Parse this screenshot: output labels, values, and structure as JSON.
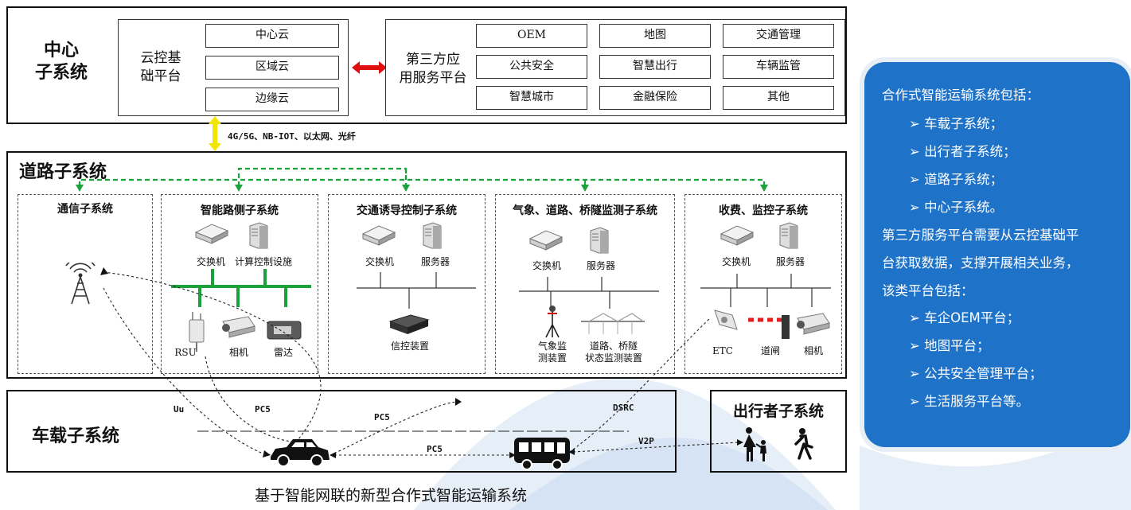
{
  "center": {
    "title_l1": "中心",
    "title_l2": "子系统",
    "cloud_platform_l1": "云控基",
    "cloud_platform_l2": "础平台",
    "clouds": [
      "中心云",
      "区域云",
      "边缘云"
    ],
    "third_party_l1": "第三方应",
    "third_party_l2": "用服务平台",
    "services": [
      "OEM",
      "地图",
      "交通管理",
      "公共安全",
      "智慧出行",
      "车辆监管",
      "智慧城市",
      "金融保险",
      "其他"
    ]
  },
  "network_label": "4G/5G、NB-IOT、以太网、光纤",
  "road": {
    "title": "道路子系统",
    "subsystems": {
      "comm": "通信子系统",
      "roadside": "智能路侧子系统",
      "guide": "交通诱导控制子系统",
      "weather": "气象、道路、桥隧监测子系统",
      "toll": "收费、监控子系统"
    },
    "labels": {
      "switch": "交换机",
      "compute": "计算控制设施",
      "server": "服务器",
      "rsu": "RSU",
      "camera": "相机",
      "radar": "雷达",
      "signal": "信控装置",
      "weather_dev_l1": "气象监",
      "weather_dev_l2": "测装置",
      "bridge_dev_l1": "道路、桥隧",
      "bridge_dev_l2": "状态监测装置",
      "etc": "ETC",
      "gate": "道闸"
    }
  },
  "vehicle": {
    "title": "车载子系统",
    "uu": "Uu",
    "pc5": "PC5",
    "dsrc": "DSRC",
    "v2p": "V2P"
  },
  "traveler": {
    "title": "出行者子系统"
  },
  "caption": "基于智能网联的新型合作式智能运输系统",
  "panel": {
    "intro": "合作式智能运输系统包括：",
    "items1": [
      "车载子系统；",
      "出行者子系统；",
      "道路子系统；",
      "中心子系统。"
    ],
    "p2_l1": "第三方服务平台需要从云控基础平",
    "p2_l2": "台获取数据，支撑开展相关业务，",
    "p2_l3": "该类平台包括：",
    "items2": [
      "车企OEM平台；",
      "地图平台；",
      "公共安全管理平台；",
      "生活服务平台等。"
    ]
  },
  "icons": {
    "bullet": "arrow-bullet-icon",
    "switch": "switch-icon",
    "server": "server-icon",
    "antenna": "antenna-tower-icon",
    "car": "car-icon",
    "bus": "bus-icon"
  },
  "colors": {
    "panel_bg": "#1e72c8",
    "green_link": "#1aa33a",
    "red_arrow": "#e01010",
    "yellow_arrow": "#f2e500"
  }
}
